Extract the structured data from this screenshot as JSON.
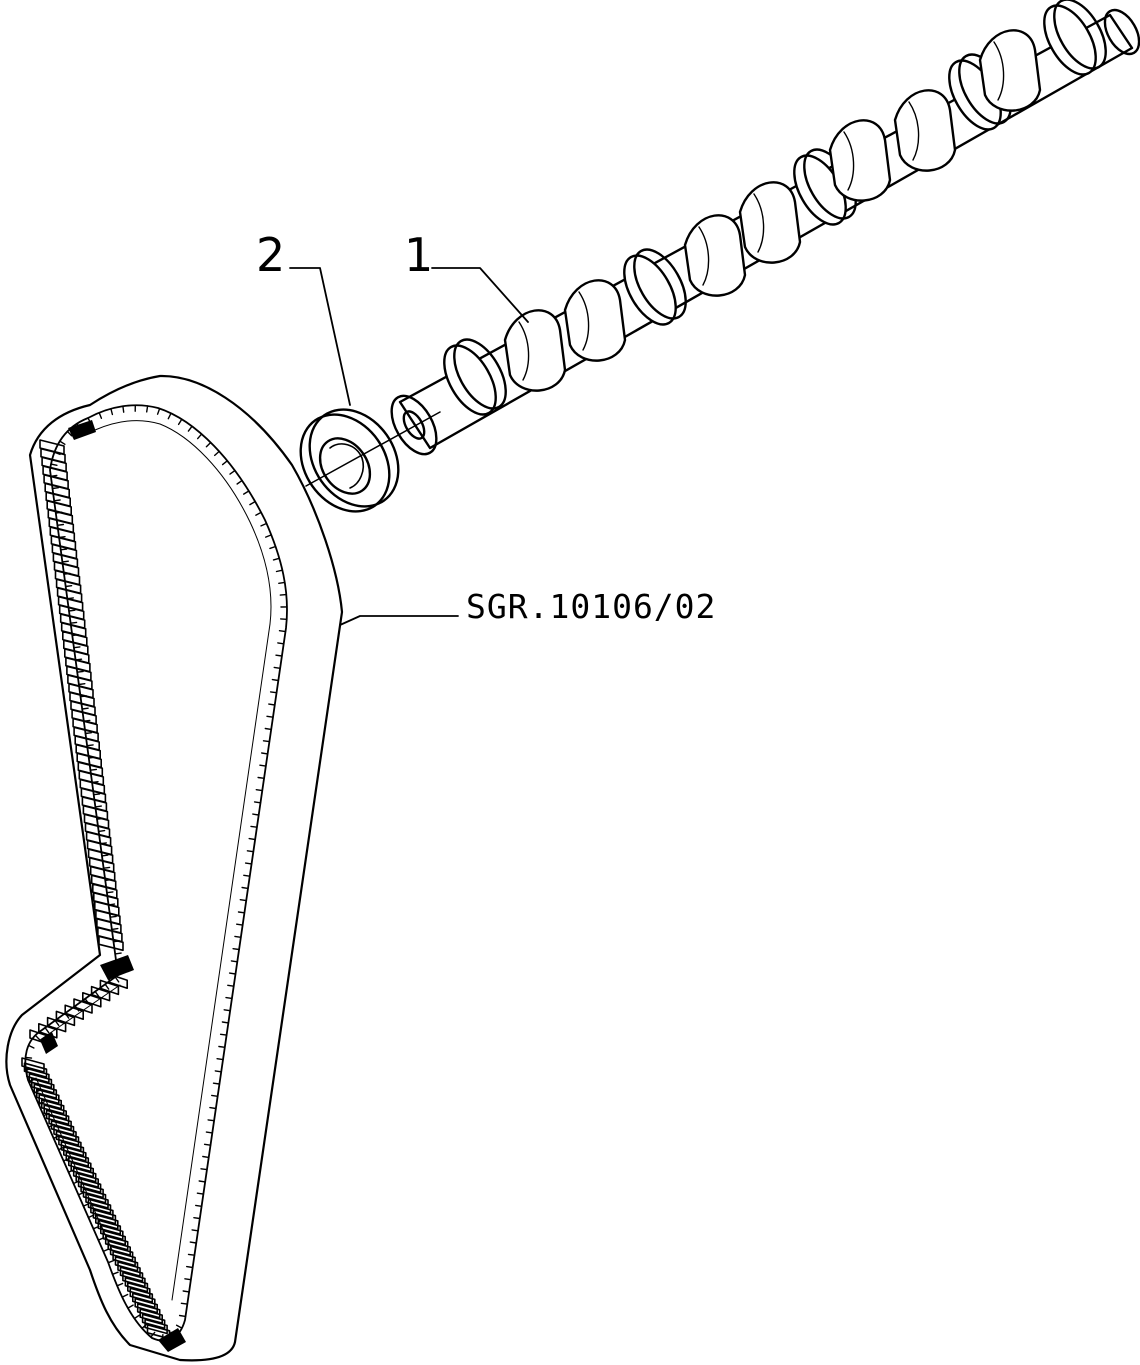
{
  "callouts": [
    {
      "number": "1",
      "part": "camshaft"
    },
    {
      "number": "2",
      "part": "seal-ring"
    }
  ],
  "reference_code": "SGR.10106/02",
  "colors": {
    "line": "#000000",
    "background": "#ffffff"
  }
}
